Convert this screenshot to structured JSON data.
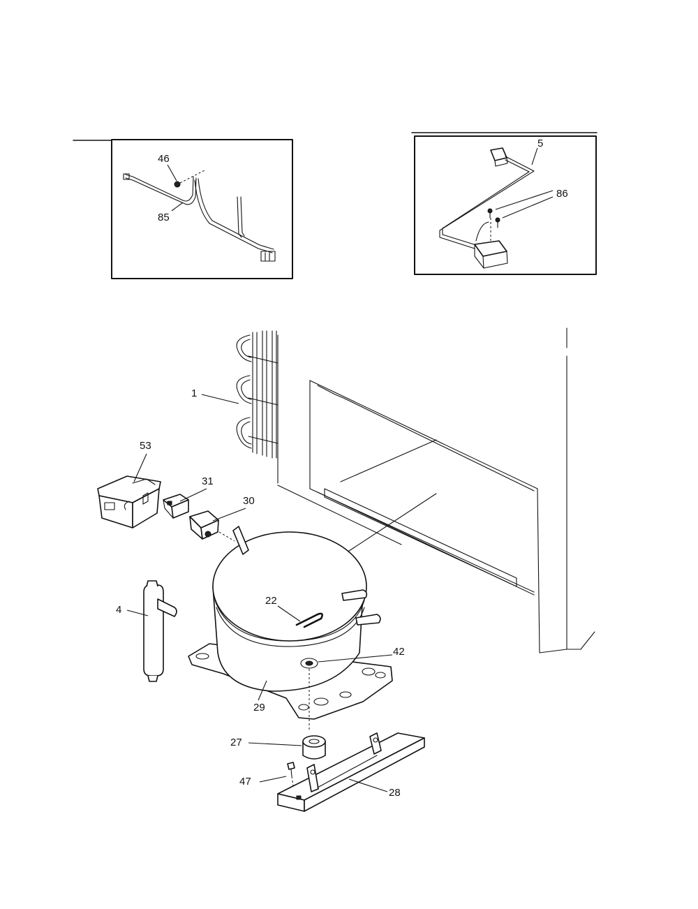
{
  "diagram": {
    "callouts": [
      {
        "id": "c46",
        "label": "46"
      },
      {
        "id": "c85",
        "label": "85"
      },
      {
        "id": "c5",
        "label": "5"
      },
      {
        "id": "c86",
        "label": "86"
      },
      {
        "id": "c1",
        "label": "1"
      },
      {
        "id": "c53",
        "label": "53"
      },
      {
        "id": "c31",
        "label": "31"
      },
      {
        "id": "c30",
        "label": "30"
      },
      {
        "id": "c22",
        "label": "22"
      },
      {
        "id": "c4",
        "label": "4"
      },
      {
        "id": "c42",
        "label": "42"
      },
      {
        "id": "c29",
        "label": "29"
      },
      {
        "id": "c27",
        "label": "27"
      },
      {
        "id": "c47",
        "label": "47"
      },
      {
        "id": "c28",
        "label": "28"
      }
    ]
  }
}
